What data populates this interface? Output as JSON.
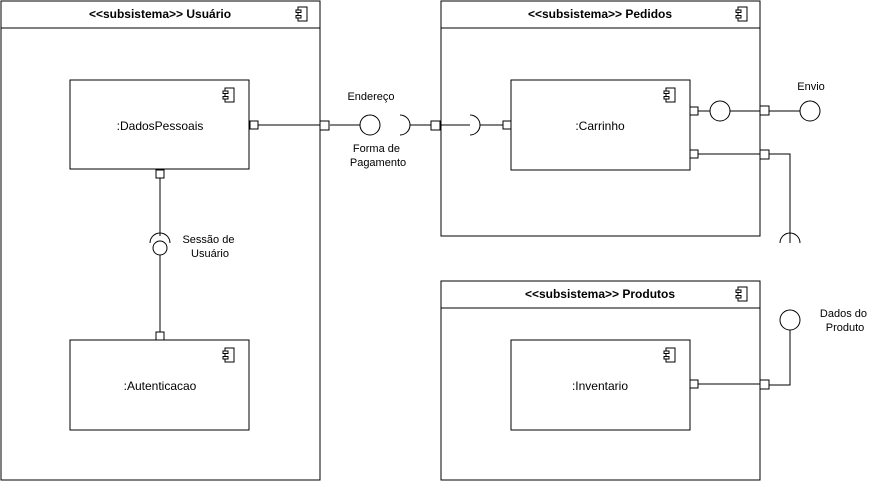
{
  "subsystems": {
    "usuario": {
      "stereotype": "<<subsistema>>",
      "name": "Usuário"
    },
    "pedidos": {
      "stereotype": "<<subsistema>>",
      "name": "Pedidos"
    },
    "produtos": {
      "stereotype": "<<subsistema>>",
      "name": "Produtos"
    }
  },
  "components": {
    "dados_pessoais": ":DadosPessoais",
    "autenticacao": ":Autenticacao",
    "carrinho": ":Carrinho",
    "inventario": ":Inventario"
  },
  "interfaces": {
    "endereco": "Endereço",
    "forma_pagamento": [
      "Forma de",
      "Pagamento"
    ],
    "sessao_usuario": [
      "Sessão de",
      "Usuário"
    ],
    "envio": "Envio",
    "dados_produto": [
      "Dados do",
      "Produto"
    ]
  }
}
